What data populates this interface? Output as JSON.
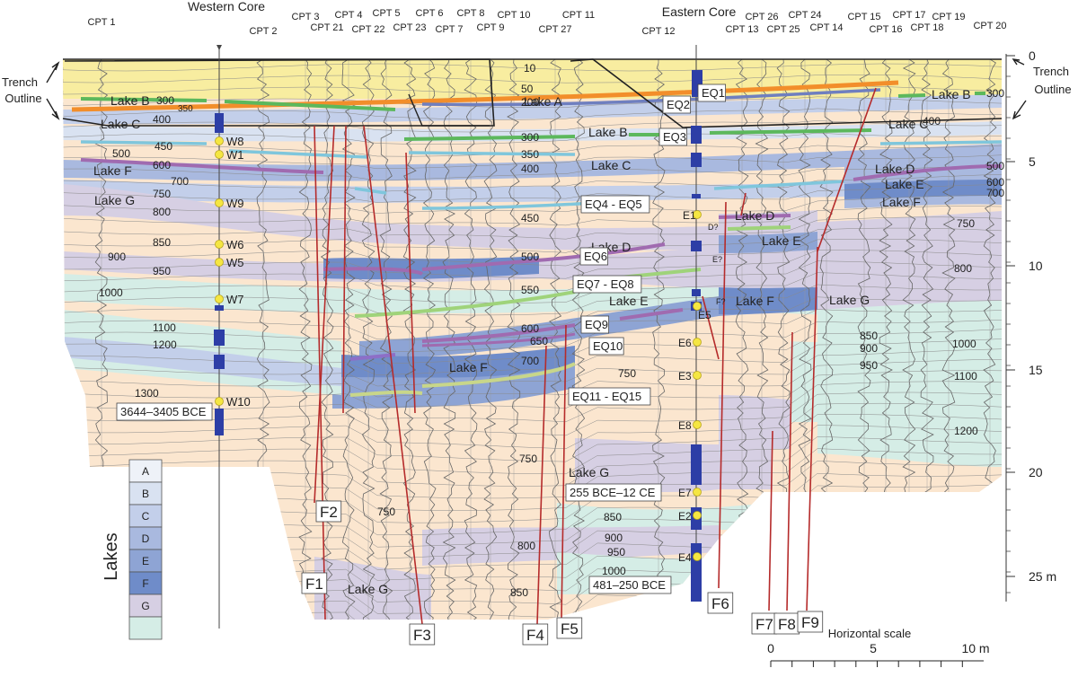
{
  "cpt_labels": [
    "CPT 1",
    "CPT 2",
    "CPT 3",
    "CPT 21",
    "CPT 4",
    "CPT 22",
    "CPT 5",
    "CPT 23",
    "CPT 6",
    "CPT 7",
    "CPT 8",
    "CPT 9",
    "CPT 10",
    "CPT 27",
    "CPT 11",
    "CPT 12",
    "CPT 13",
    "CPT 26",
    "CPT 25",
    "CPT 24",
    "CPT 14",
    "CPT 15",
    "CPT 16",
    "CPT 17",
    "CPT 18",
    "CPT 19",
    "CPT 20"
  ],
  "cores": {
    "western": "Western Core",
    "eastern": "Eastern Core"
  },
  "trench": {
    "left": "Trench Outline",
    "right": "Trench Outline"
  },
  "depth_axis": {
    "ticks": [
      "0",
      "5",
      "10",
      "15",
      "20",
      "25 m"
    ]
  },
  "horizontal_scale": {
    "title": "Horizontal scale",
    "ticks": [
      "0",
      "5",
      "10 m"
    ]
  },
  "legend": {
    "title": "Lakes",
    "items": [
      {
        "label": "A",
        "color": "#eef2f8"
      },
      {
        "label": "B",
        "color": "#d9e2f1"
      },
      {
        "label": "C",
        "color": "#c3cfea"
      },
      {
        "label": "D",
        "color": "#a9b9df"
      },
      {
        "label": "E",
        "color": "#8ea4d4"
      },
      {
        "label": "F",
        "color": "#6f8cc9"
      },
      {
        "label": "G",
        "color": "#d6cfe3"
      },
      {
        "label": "",
        "color": "#d5ede6"
      }
    ]
  },
  "lake_labels": [
    "Lake A",
    "Lake B",
    "Lake C",
    "Lake F",
    "Lake G",
    "Lake B",
    "Lake C",
    "Lake D",
    "Lake E",
    "Lake F",
    "Lake G",
    "Lake B",
    "Lake C",
    "Lake D",
    "Lake E",
    "Lake F",
    "Lake D",
    "Lake E",
    "Lake F",
    "Lake G",
    "Lake G"
  ],
  "events": [
    "EQ1",
    "EQ2",
    "EQ3",
    "EQ4 - EQ5",
    "EQ6",
    "EQ7 - EQ8",
    "EQ9",
    "EQ10",
    "EQ11 - EQ15"
  ],
  "west_samples": [
    "W8",
    "W1",
    "W9",
    "W6",
    "W5",
    "W7",
    "W10"
  ],
  "east_samples": [
    "E1",
    "E5",
    "E6",
    "E3",
    "E8",
    "E7",
    "E2",
    "E4"
  ],
  "faults": [
    "F1",
    "F2",
    "F3",
    "F4",
    "F5",
    "F6",
    "F7",
    "F8",
    "F9"
  ],
  "ages": {
    "west": "3644–3405 BCE",
    "mid": "255 BCE–12 CE",
    "east": "481–250 BCE"
  },
  "fault_queries": [
    "D?",
    "E?",
    "F?"
  ],
  "numbers_west": [
    "300",
    "350",
    "400",
    "450",
    "500",
    "600",
    "700",
    "750",
    "800",
    "850",
    "900",
    "950",
    "1000",
    "1100",
    "1200",
    "1300"
  ],
  "numbers_center": [
    "10",
    "50",
    "200",
    "300",
    "350",
    "400",
    "450",
    "500",
    "550",
    "600",
    "650",
    "700",
    "750",
    "750",
    "750",
    "800",
    "850",
    "850",
    "900",
    "950",
    "1000"
  ],
  "numbers_east": [
    "300",
    "400",
    "500",
    "600",
    "700",
    "750",
    "800",
    "850",
    "900",
    "950",
    "1000",
    "1100",
    "1200"
  ]
}
